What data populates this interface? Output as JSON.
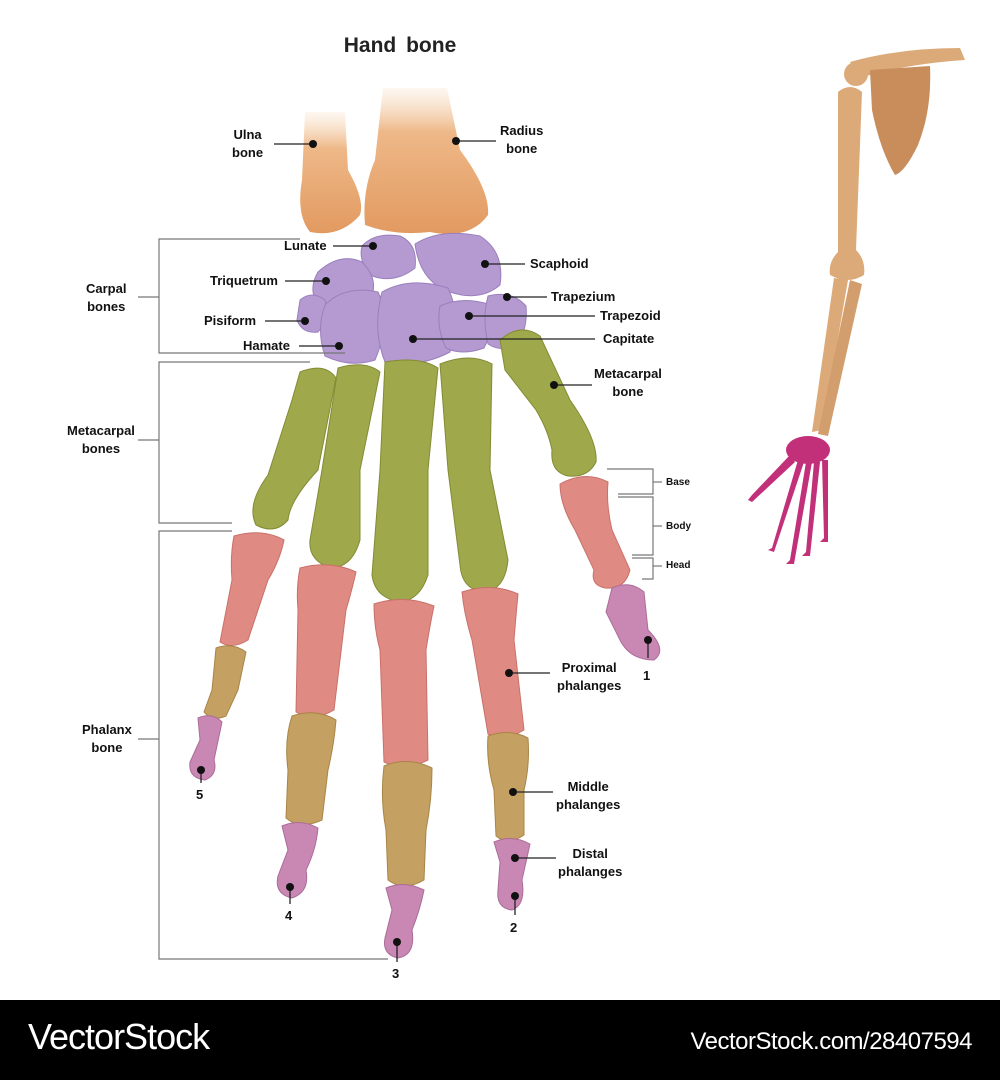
{
  "title": "Hand  bone",
  "labels": {
    "ulna": [
      "Ulna",
      "bone"
    ],
    "radius": [
      "Radius",
      "bone"
    ],
    "lunate": "Lunate",
    "scaphoid": "Scaphoid",
    "triquetrum": "Triquetrum",
    "trapezium": "Trapezium",
    "pisiform": "Pisiform",
    "trapezoid": "Trapezoid",
    "hamate": "Hamate",
    "capitate": "Capitate",
    "metacarpal_bone": [
      "Metacarpal",
      "bone"
    ],
    "proximal_phalanges": [
      "Proximal",
      "phalanges"
    ],
    "middle_phalanges": [
      "Middle",
      "phalanges"
    ],
    "distal_phalanges": [
      "Distal",
      "phalanges"
    ]
  },
  "groups": {
    "carpal": [
      "Carpal",
      "bones"
    ],
    "metacarpal": [
      "Metacarpal",
      "bones"
    ],
    "phalanx": [
      "Phalanx",
      "bone"
    ]
  },
  "parts": {
    "base": "Base",
    "body": "Body",
    "head": "Head"
  },
  "fingers": [
    "1",
    "2",
    "3",
    "4",
    "5"
  ],
  "colors": {
    "forearm": "#e9b07c",
    "carpal": "#b49ad0",
    "metacarpal": "#9fa84a",
    "proximal": "#e08a84",
    "middle": "#c4a062",
    "distal": "#c988b4",
    "arm": "#dcaa78",
    "arm_hand": "#c2307a"
  },
  "footer": {
    "brand": "VectorStock",
    "reference": "VectorStock.com/28407594"
  }
}
